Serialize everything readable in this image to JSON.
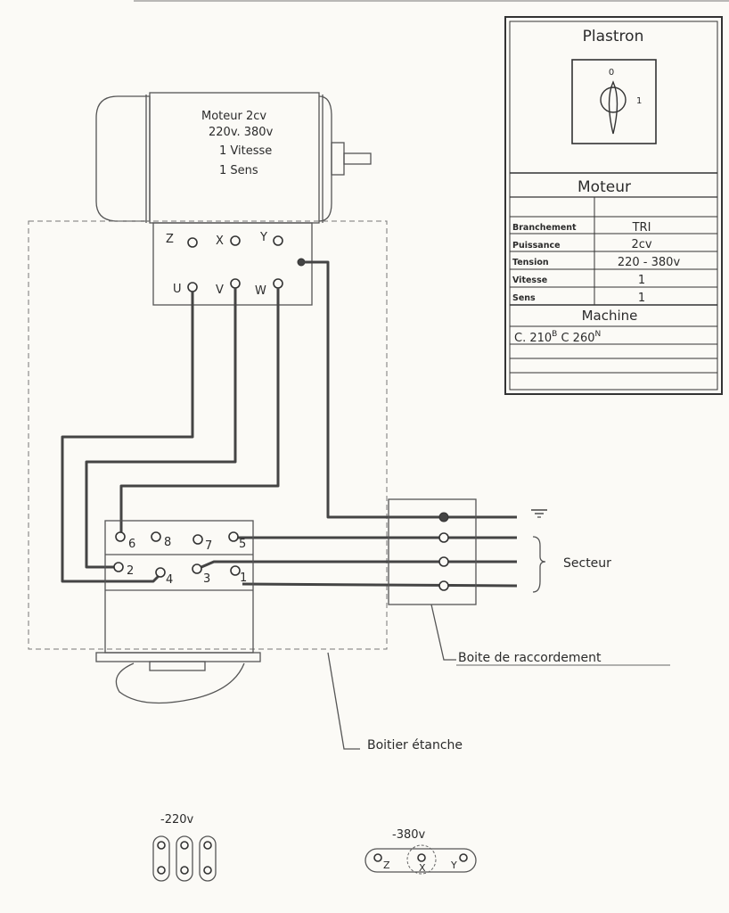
{
  "motor": {
    "lines": [
      "Moteur 2cv",
      "220v. 380v",
      "1 Vitesse",
      "1 Sens"
    ],
    "terminals_top": [
      "Z",
      "X",
      "Y"
    ],
    "terminals_bottom": [
      "U",
      "V",
      "W"
    ]
  },
  "terminal_block": {
    "top_row": [
      "6",
      "8",
      "7",
      "5"
    ],
    "bottom_row": [
      "2",
      "4",
      "3",
      "1"
    ]
  },
  "labels": {
    "secteur": "Secteur",
    "boite_raccordement": "Boite de raccordement",
    "boitier_etanche": "Boitier étanche"
  },
  "couplings": {
    "v220": "-220v",
    "v380": "-380v",
    "v380_terminals": [
      "Z",
      "X",
      "Y"
    ]
  },
  "panel": {
    "plastron_title": "Plastron",
    "switch_positions": [
      "0",
      "1"
    ],
    "moteur_title": "Moteur",
    "rows": [
      {
        "label": "Branchement",
        "value": "TRI"
      },
      {
        "label": "Puissance",
        "value": "2cv"
      },
      {
        "label": "Tension",
        "value": "220 - 380v"
      },
      {
        "label": "Vitesse",
        "value": "1"
      },
      {
        "label": "Sens",
        "value": "1"
      }
    ],
    "machine_title": "Machine",
    "machine_value_main": "C. 210",
    "machine_value_sup1": "B",
    "machine_value_mid": " C 260",
    "machine_value_sup2": "N"
  }
}
